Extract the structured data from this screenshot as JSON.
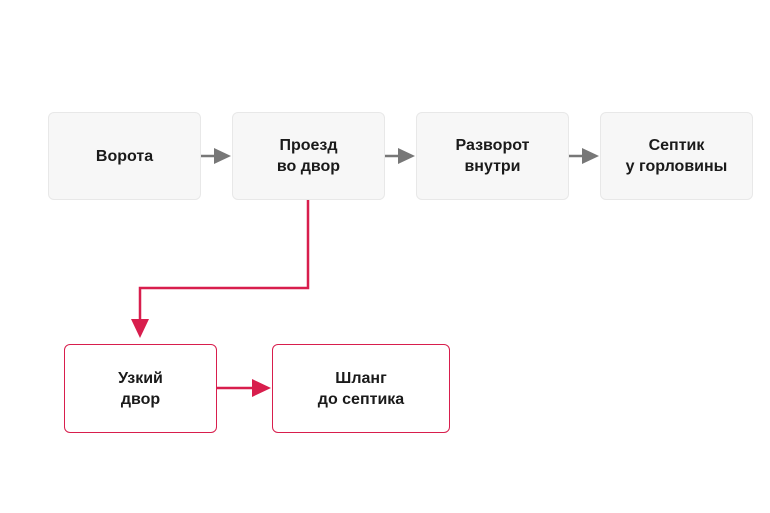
{
  "colors": {
    "primary_fill": "#f7f7f7",
    "primary_border": "#e8e8e8",
    "primary_arrow": "#777777",
    "alt_border": "#d81e4d",
    "alt_arrow": "#d81e4d",
    "text": "#1a1a1a"
  },
  "nodes": {
    "gate": {
      "line1": "Ворота"
    },
    "driveway": {
      "line1": "Проезд",
      "line2": "во двор"
    },
    "turnaround": {
      "line1": "Разворот",
      "line2": "внутри"
    },
    "septic": {
      "line1": "Септик",
      "line2": "у горловины"
    },
    "narrow_yard": {
      "line1": "Узкий",
      "line2": "двор"
    },
    "hose": {
      "line1": "Шланг",
      "line2": "до септика"
    }
  },
  "edges": [
    {
      "from": "gate",
      "to": "driveway",
      "style": "primary"
    },
    {
      "from": "driveway",
      "to": "turnaround",
      "style": "primary"
    },
    {
      "from": "turnaround",
      "to": "septic",
      "style": "primary"
    },
    {
      "from": "driveway",
      "to": "narrow_yard",
      "style": "alt"
    },
    {
      "from": "narrow_yard",
      "to": "hose",
      "style": "alt"
    }
  ]
}
